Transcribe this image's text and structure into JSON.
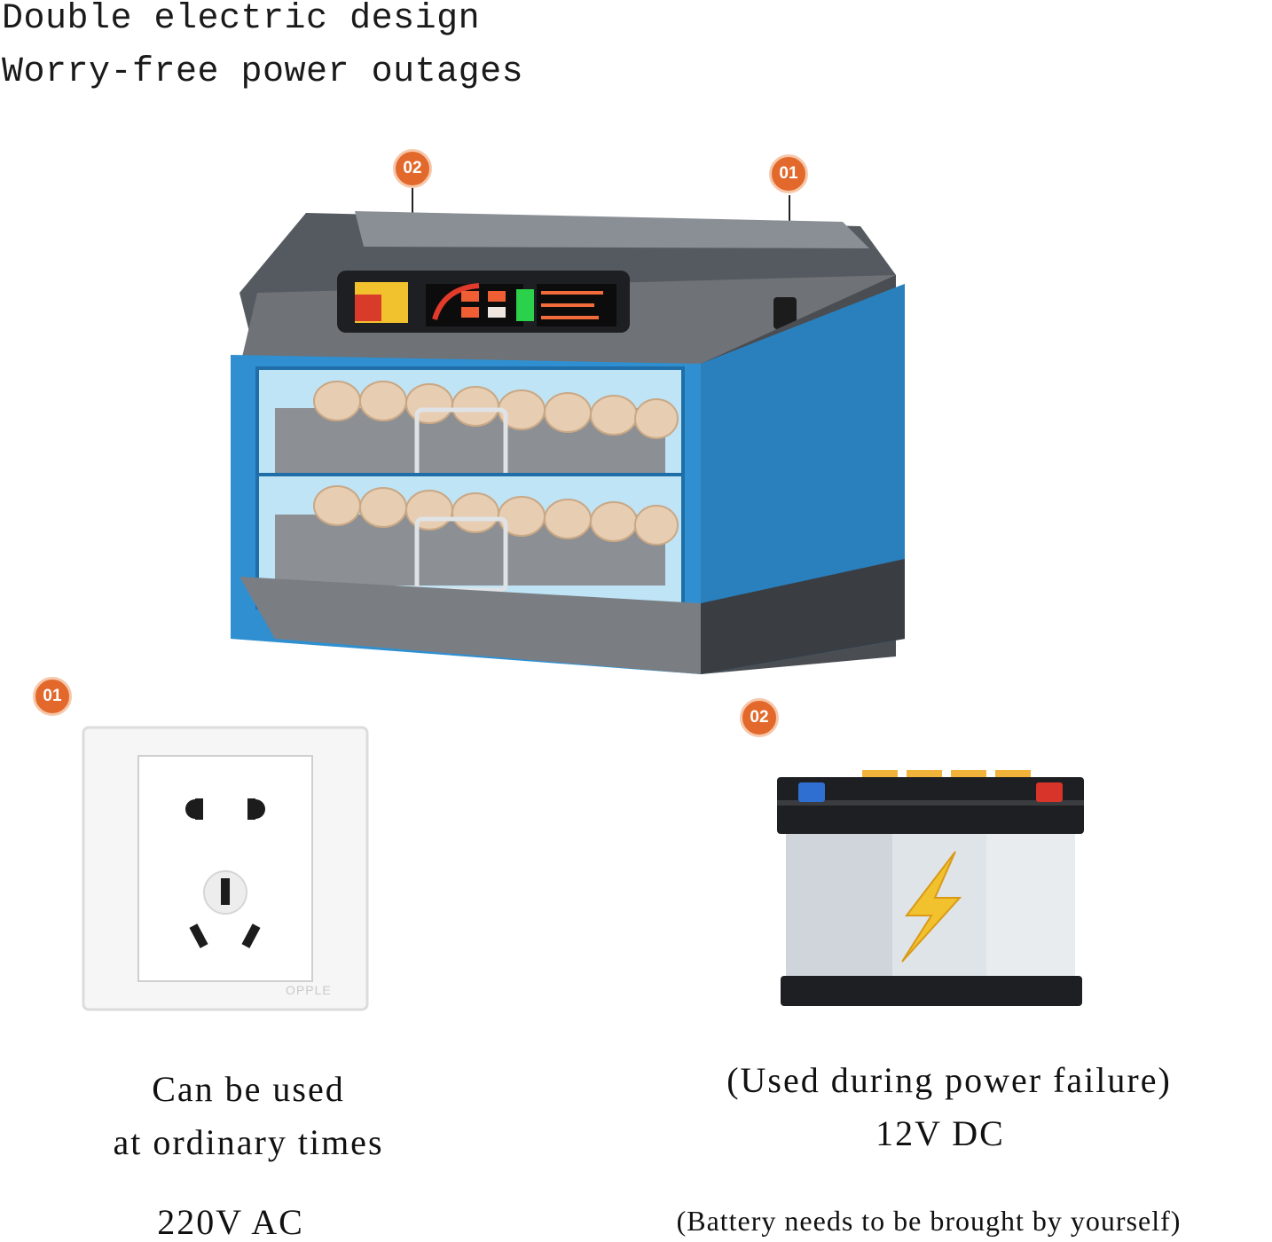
{
  "headline": {
    "line1": "Double electric design",
    "line2": "Worry-free power outages"
  },
  "callouts": {
    "incubator_top_left": "02",
    "incubator_top_right": "01",
    "outlet": "01",
    "battery": "02"
  },
  "outlet": {
    "brand": "OPPLE",
    "caption_line1": "Can be used",
    "caption_line2": "at ordinary times",
    "voltage": "220V AC"
  },
  "battery": {
    "caption_line1": "(Used during power failure)",
    "voltage": "12V DC",
    "note": "(Battery needs to be brought by yourself)"
  },
  "colors": {
    "badge": "#e2692b",
    "incubator_blue": "#2f8fd0",
    "incubator_gray": "#6f7276",
    "bolt": "#f2c12e"
  }
}
